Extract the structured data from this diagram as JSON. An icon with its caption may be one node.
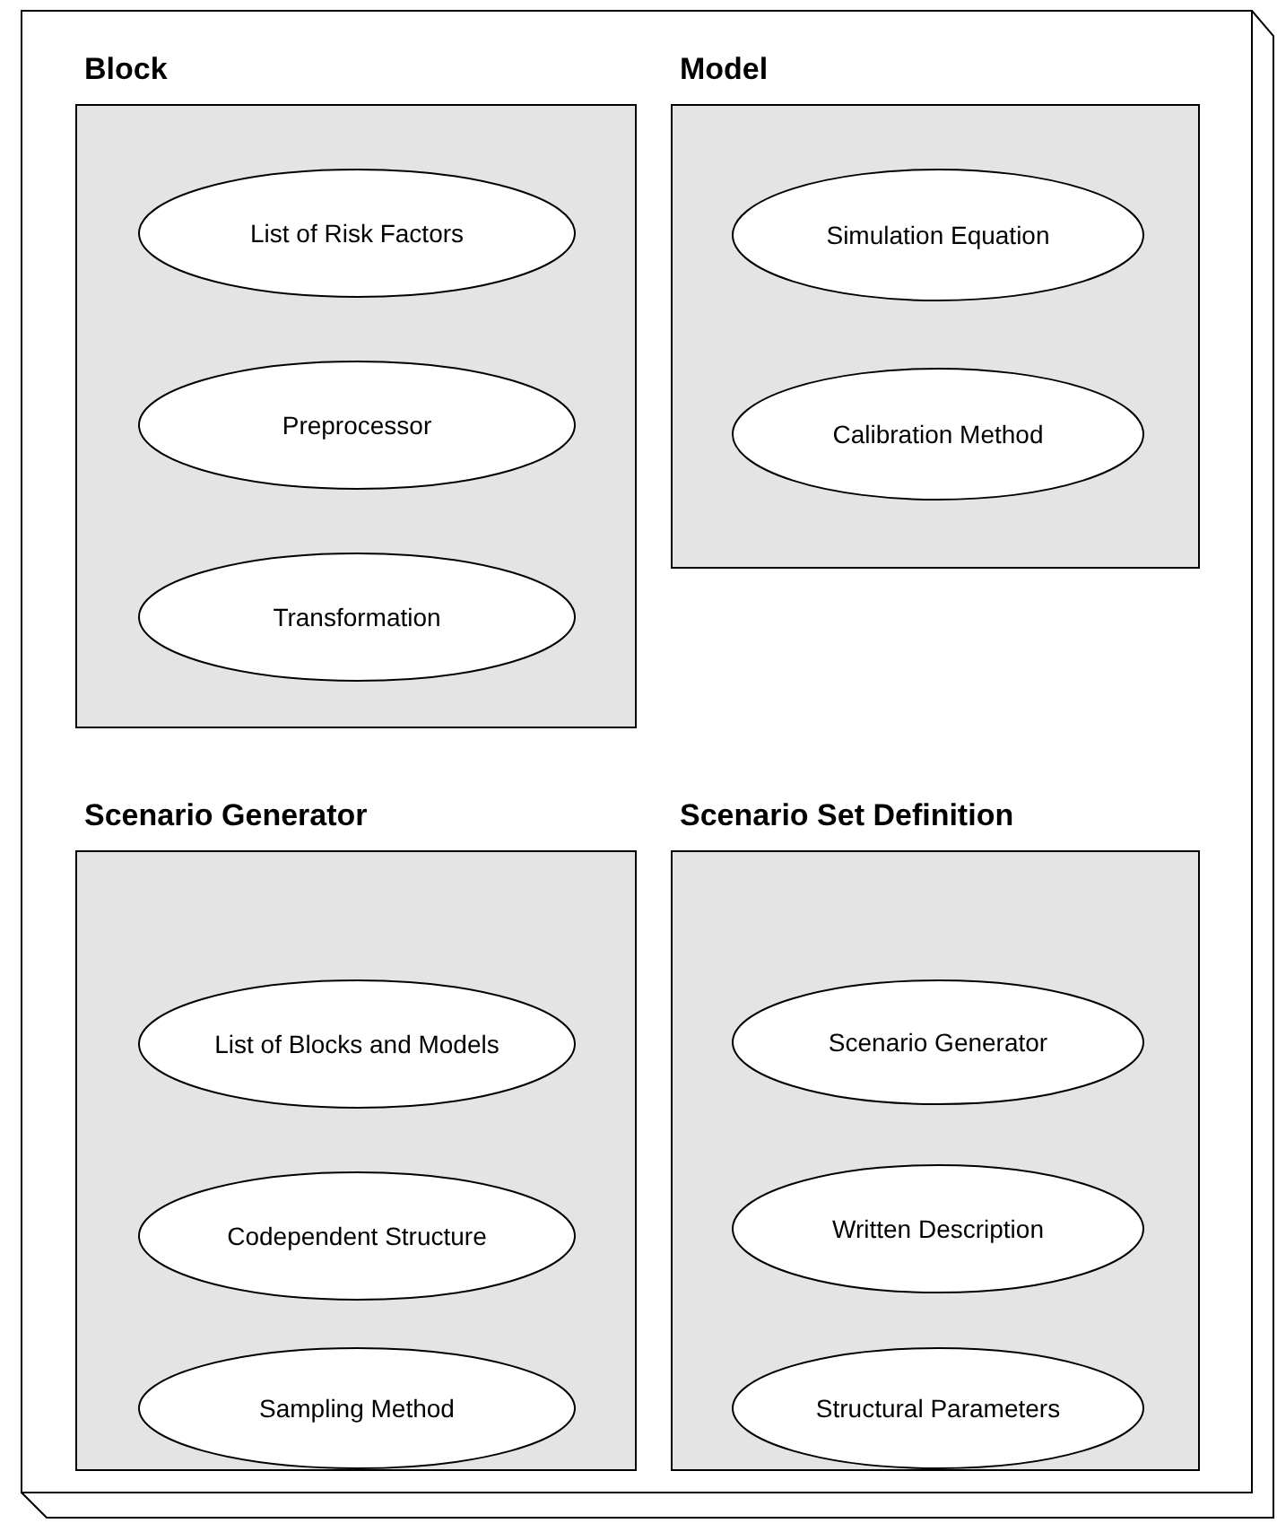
{
  "diagram": {
    "nodes": [
      {
        "text": [],
        "shape": "box"
      },
      {
        "text": [
          "Block"
        ],
        "in": 0
      },
      {
        "text": [
          "List of Risk Factors"
        ],
        "in": 1
      },
      {
        "text": [
          "Preprocessor"
        ],
        "in": 1
      },
      {
        "text": [
          "Transformation"
        ],
        "in": 1
      },
      {
        "text": [
          "Model"
        ],
        "in": 0
      },
      {
        "text": [
          "Simulation Equation"
        ],
        "in": 5
      },
      {
        "text": [
          "Calibration Method"
        ],
        "in": 5
      },
      {
        "text": [
          "Scenario Generator"
        ],
        "in": 0
      },
      {
        "text": [
          "List of Blocks and Models"
        ],
        "in": 8
      },
      {
        "text": [
          "Codependent Structure"
        ],
        "in": 8
      },
      {
        "text": [
          "Sampling Method"
        ],
        "in": 8
      },
      {
        "text": [
          "Scenario Set Definition"
        ],
        "in": 0
      },
      {
        "text": [
          "Scenario Generator"
        ],
        "in": 12
      },
      {
        "text": [
          "Written Description"
        ],
        "in": 12
      },
      {
        "text": [
          "Structural Parameters"
        ],
        "in": 12
      }
    ],
    "edges": []
  }
}
